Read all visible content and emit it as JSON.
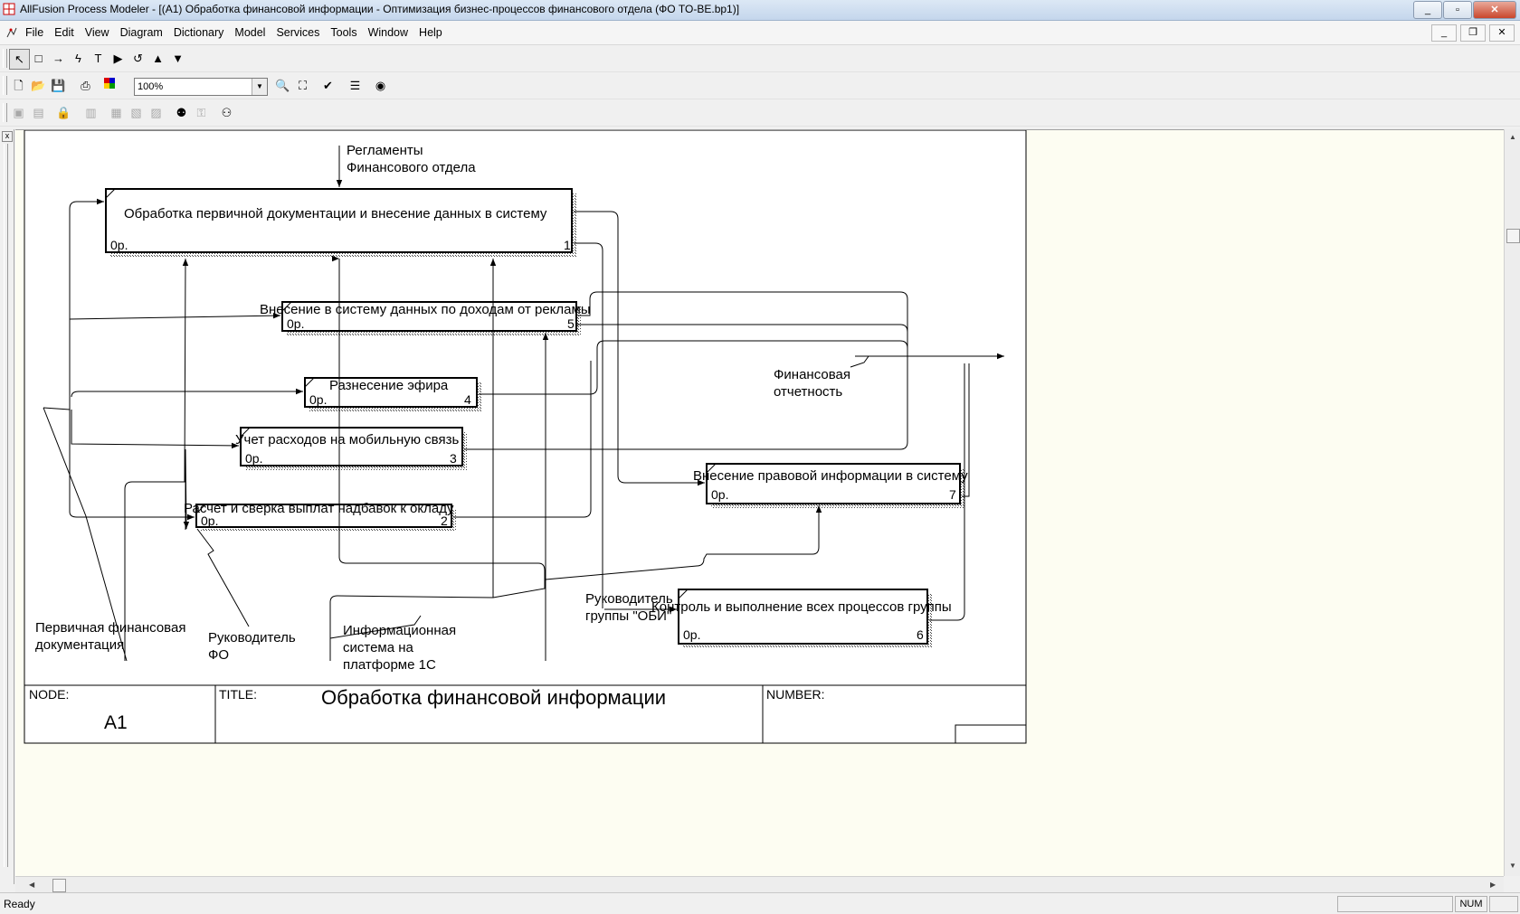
{
  "window": {
    "title": "AllFusion Process Modeler - [(A1) Обработка финансовой информации - Оптимизация бизнес-процессов финансового отдела  (ФО TO-BE.bp1)]",
    "min": "_",
    "max": "▫",
    "close": "✕"
  },
  "menu": [
    "File",
    "Edit",
    "View",
    "Diagram",
    "Dictionary",
    "Model",
    "Services",
    "Tools",
    "Window",
    "Help"
  ],
  "mdi": {
    "min": "_",
    "restore": "❐",
    "close": "✕"
  },
  "zoom": "100%",
  "diagram": {
    "node_label": "NODE:",
    "node_value": "A1",
    "title_label": "TITLE:",
    "title_value": "Обработка финансовой информации",
    "number_label": "NUMBER:",
    "boxes": [
      {
        "name": "Обработка первичной документации и внесение данных в систему",
        "cost": "0р.",
        "num": "1"
      },
      {
        "name": "Внесение в систему данных по доходам от рекламы",
        "cost": "0р.",
        "num": "5"
      },
      {
        "name": "Разнесение эфира",
        "cost": "0р.",
        "num": "4"
      },
      {
        "name": "Учет расходов на мобильную связь",
        "cost": "0р.",
        "num": "3"
      },
      {
        "name": "Расчет и сверка выплат надбавок к окладу",
        "cost": "0р.",
        "num": "2"
      },
      {
        "name": "Внесение правовой информации в систему",
        "cost": "0р.",
        "num": "7"
      },
      {
        "name": "Контроль и выполнение всех процессов группы",
        "cost": "0р.",
        "num": "6"
      }
    ],
    "labels": {
      "control_top_1": "Регламенты",
      "control_top_2": "Финансового отдела",
      "output_1": "Финансовая",
      "output_2": "отчетность",
      "input_1": "Первичная финансовая",
      "input_2": "документация",
      "mech_fo_1": "Руководитель",
      "mech_fo_2": "ФО",
      "mech_1c_1": "Информационная",
      "mech_1c_2": "система на",
      "mech_1c_3": "платформе 1С",
      "mech_obi_1": "Руководитель",
      "mech_obi_2": "группы \"ОБИ\""
    }
  },
  "status": {
    "ready": "Ready",
    "num": "NUM"
  }
}
